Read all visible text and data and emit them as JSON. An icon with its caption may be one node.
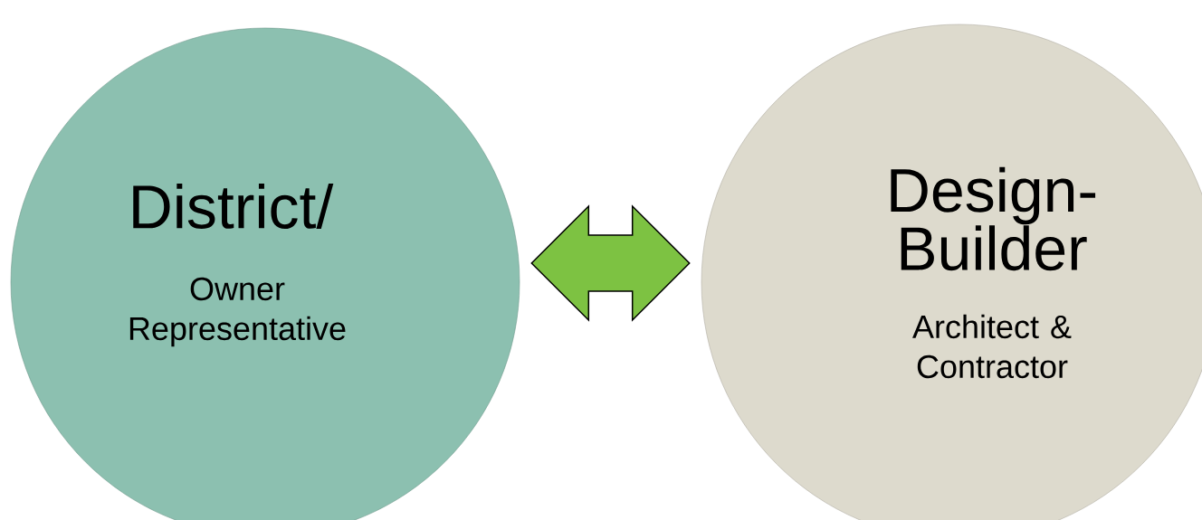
{
  "diagram": {
    "nodes": [
      {
        "text": [
          "District/",
          "Owner Representative"
        ]
      },
      {
        "text": [
          "Design-Builder",
          "Architect & Contractor"
        ]
      }
    ],
    "edges": [
      {
        "from": 0,
        "to": 1,
        "arrow": "both"
      }
    ]
  }
}
